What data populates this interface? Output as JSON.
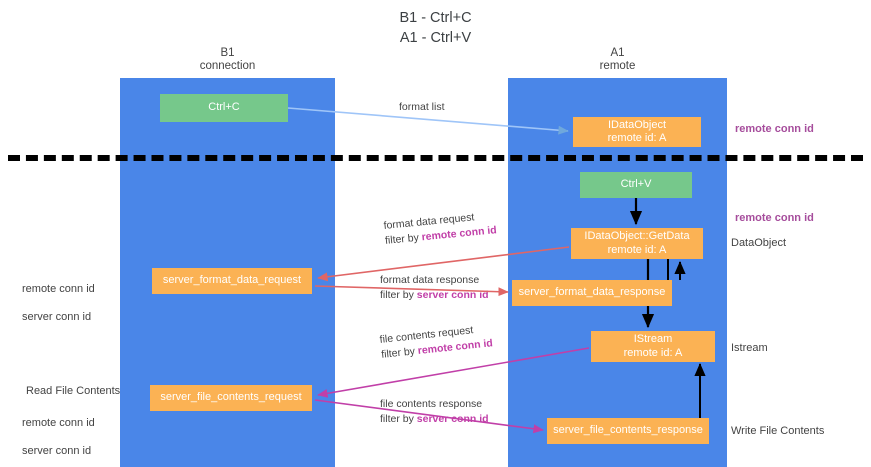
{
  "title": "B1 - Ctrl+C\nA1 - Ctrl+V",
  "lanes": [
    {
      "key": "b1",
      "header": "B1\nconnection",
      "color": "#4a86e8"
    },
    {
      "key": "a1",
      "header": "A1\nremote",
      "color": "#4a86e8"
    }
  ],
  "colors": {
    "lane": "#4a86e8",
    "node_green": "#76c88b",
    "node_orange": "#fbb254",
    "accent_purple": "#a64d9c",
    "accent_green": "#6aa84f",
    "arrow_blue": "#9fc5f8",
    "arrow_red": "#e06666",
    "arrow_magenta": "#c13fa8",
    "arrow_black": "#000000",
    "divider": "#000000",
    "text": "#434343"
  },
  "nodes": {
    "ctrl_c": "Ctrl+C",
    "idataobject": "IDataObject\nremote id: A",
    "ctrl_v": "Ctrl+V",
    "getdata": "IDataObject::GetData\nremote id: A",
    "server_format_data_request": "server_format_data_request",
    "server_format_data_response": "server_format_data_response",
    "istream": "IStream\nremote id: A",
    "server_file_contents_request": "server_file_contents_request",
    "server_file_contents_response": "server_file_contents_response"
  },
  "edges": {
    "format_list": "format list",
    "format_data_request_line1": "format data request",
    "format_data_request_line2_prefix": "filter by ",
    "format_data_request_line2_key": "remote conn id",
    "format_data_response_line1": "format data response",
    "format_data_response_line2_prefix": "filter by ",
    "format_data_response_line2_key": "server conn id",
    "file_contents_request_line1": "file contents request",
    "file_contents_request_line2_prefix": "filter by ",
    "file_contents_request_line2_key": "remote conn id",
    "file_contents_response_line1": "file contents response",
    "file_contents_response_line2_prefix": "filter by ",
    "file_contents_response_line2_key": "server conn id"
  },
  "annotations": {
    "remote_conn_id_top": "remote conn id",
    "remote_conn_id_mid": "remote conn id",
    "dataobject": "DataObject",
    "istream": "Istream",
    "write_file_contents": "Write File Contents",
    "left_remote_conn_id": "remote conn id",
    "left_server_conn_id": "server conn id",
    "read_file_contents": "Read File Contents",
    "left_remote_conn_id_2": "remote conn id",
    "left_server_conn_id_2": "server conn id"
  }
}
